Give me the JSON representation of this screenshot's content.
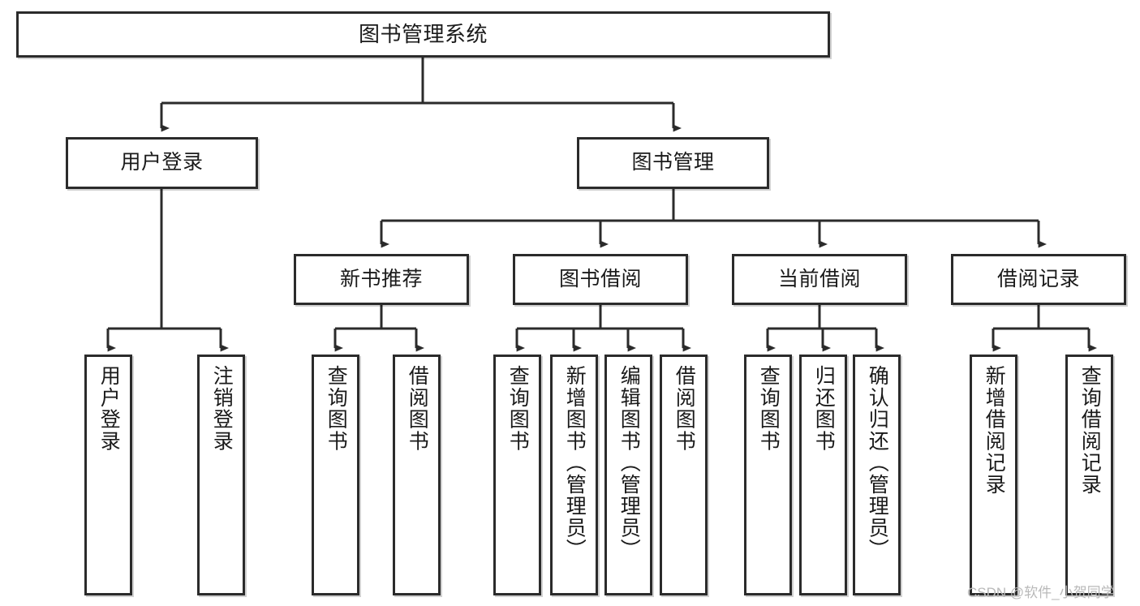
{
  "diagram": {
    "type": "tree",
    "title": "图书管理系统",
    "orientation": "top-down",
    "root": {
      "id": "root",
      "label": "图书管理系统",
      "text_orientation": "horizontal"
    },
    "level1": [
      {
        "id": "user-login",
        "label": "用户登录",
        "text_orientation": "horizontal"
      },
      {
        "id": "book-manage",
        "label": "图书管理",
        "text_orientation": "horizontal"
      }
    ],
    "level2": [
      {
        "id": "new-book-recommend",
        "label": "新书推荐",
        "parent": "book-manage",
        "text_orientation": "horizontal"
      },
      {
        "id": "book-borrow",
        "label": "图书借阅",
        "parent": "book-manage",
        "text_orientation": "horizontal"
      },
      {
        "id": "current-borrow",
        "label": "当前借阅",
        "parent": "book-manage",
        "text_orientation": "horizontal"
      },
      {
        "id": "borrow-record",
        "label": "借阅记录",
        "parent": "book-manage",
        "text_orientation": "horizontal"
      }
    ],
    "leaves": [
      {
        "id": "leaf-user-login",
        "label": "用户登录",
        "parent": "user-login",
        "text_orientation": "vertical"
      },
      {
        "id": "leaf-user-logout",
        "label": "注销登录",
        "parent": "user-login",
        "text_orientation": "vertical"
      },
      {
        "id": "leaf-query-book-1",
        "label": "查询图书",
        "parent": "new-book-recommend",
        "text_orientation": "vertical"
      },
      {
        "id": "leaf-borrow-book-1",
        "label": "借阅图书",
        "parent": "new-book-recommend",
        "text_orientation": "vertical"
      },
      {
        "id": "leaf-query-book-2",
        "label": "查询图书",
        "parent": "book-borrow",
        "text_orientation": "vertical"
      },
      {
        "id": "leaf-add-book",
        "label": "新增图书（管理员）",
        "parent": "book-borrow",
        "text_orientation": "vertical"
      },
      {
        "id": "leaf-edit-book",
        "label": "编辑图书（管理员）",
        "parent": "book-borrow",
        "text_orientation": "vertical"
      },
      {
        "id": "leaf-borrow-book-2",
        "label": "借阅图书",
        "parent": "book-borrow",
        "text_orientation": "vertical"
      },
      {
        "id": "leaf-query-book-3",
        "label": "查询图书",
        "parent": "current-borrow",
        "text_orientation": "vertical"
      },
      {
        "id": "leaf-return-book",
        "label": "归还图书",
        "parent": "current-borrow",
        "text_orientation": "vertical"
      },
      {
        "id": "leaf-confirm-return",
        "label": "确认归还（管理员）",
        "parent": "current-borrow",
        "text_orientation": "vertical"
      },
      {
        "id": "leaf-add-record",
        "label": "新增借阅记录",
        "parent": "borrow-record",
        "text_orientation": "vertical"
      },
      {
        "id": "leaf-query-record",
        "label": "查询借阅记录",
        "parent": "borrow-record",
        "text_orientation": "vertical"
      }
    ],
    "colors": {
      "background": "#ffffff",
      "box_fill": "#ffffff",
      "box_stroke": "#2b2b2b",
      "connector": "#2b2b2b",
      "text": "#1a1a1a",
      "watermark": "#b9b9b9"
    }
  },
  "watermark": {
    "text": "CSDN @软件_小贺同学"
  }
}
